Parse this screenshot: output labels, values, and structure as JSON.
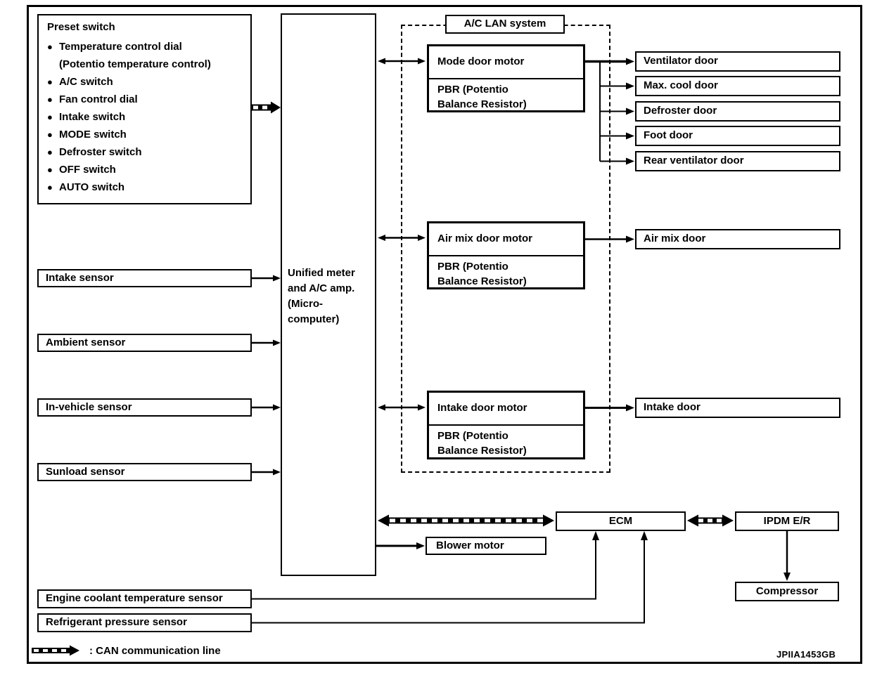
{
  "colors": {
    "ink": "#000000",
    "paper": "#ffffff",
    "can_stripe": "#ffffff"
  },
  "bullet_icon": "●",
  "preset_switch": {
    "title": "Preset switch",
    "items": [
      {
        "text": "Temperature control dial",
        "bullet": true
      },
      {
        "text": "(Potentio temperature control)",
        "bullet": false
      },
      {
        "text": "A/C switch",
        "bullet": true
      },
      {
        "text": "Fan control dial",
        "bullet": true
      },
      {
        "text": "Intake switch",
        "bullet": true
      },
      {
        "text": "MODE switch",
        "bullet": true
      },
      {
        "text": "Defroster switch",
        "bullet": true
      },
      {
        "text": "OFF switch",
        "bullet": true
      },
      {
        "text": "AUTO switch",
        "bullet": true
      }
    ]
  },
  "amp": {
    "label": "Unified meter\nand A/C amp.\n(Micro-\n computer)"
  },
  "lan": {
    "title": "A/C LAN system"
  },
  "motors": {
    "mode": {
      "title": "Mode door motor",
      "pbr1": "PBR (Potentio",
      "pbr2": "Balance Resistor)"
    },
    "airmix": {
      "title": "Air mix door motor",
      "pbr1": "PBR (Potentio",
      "pbr2": "Balance Resistor)"
    },
    "intake": {
      "title": "Intake door motor",
      "pbr1": "PBR (Potentio",
      "pbr2": "Balance Resistor)"
    }
  },
  "doors": {
    "ventilator": "Ventilator door",
    "maxcool": "Max. cool door",
    "defroster": "Defroster door",
    "foot": "Foot door",
    "rearvent": "Rear ventilator door",
    "airmix": "Air mix door",
    "intake": "Intake door"
  },
  "sensors": {
    "intake": "Intake sensor",
    "ambient": "Ambient sensor",
    "invehicle": "In-vehicle sensor",
    "sunload": "Sunload sensor",
    "engine_coolant": "Engine coolant temperature sensor",
    "refrigerant": "Refrigerant pressure sensor"
  },
  "bottom": {
    "ecm": "ECM",
    "ipdm": "IPDM E/R",
    "compressor": "Compressor",
    "blower": "Blower motor"
  },
  "legend": {
    "can_label": ": CAN communication line"
  },
  "code": "JPIIA1453GB"
}
